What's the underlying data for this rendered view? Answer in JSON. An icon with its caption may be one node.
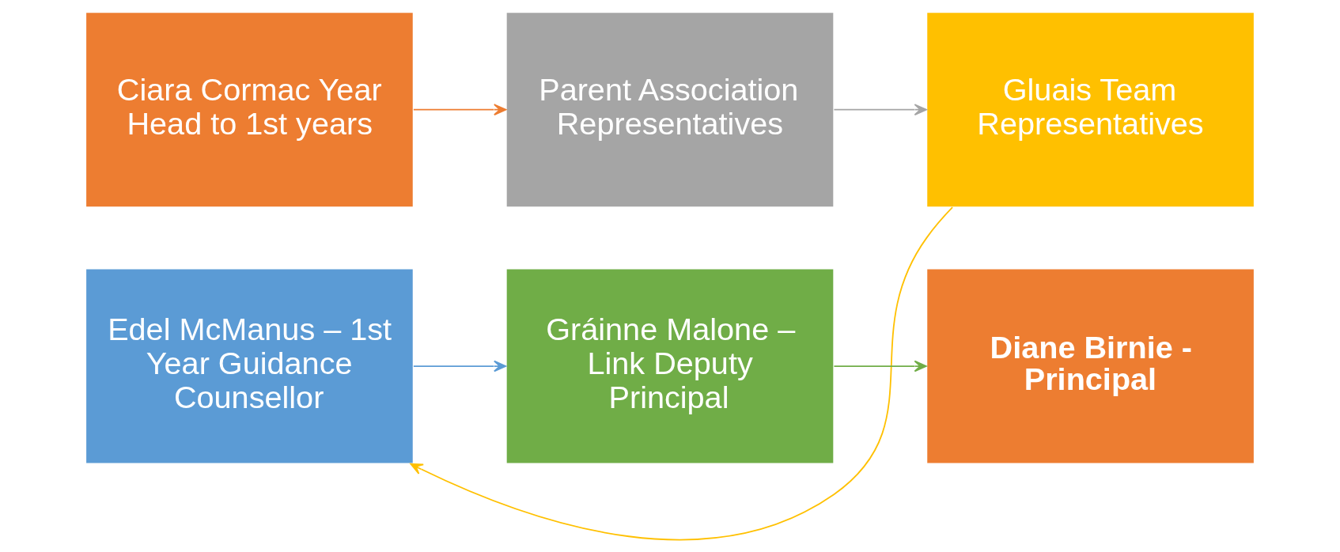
{
  "diagram": {
    "nodes": [
      {
        "text": [
          "Ciara Cormac Year Head to 1st years"
        ]
      },
      {
        "text": [
          "Parent Association Representatives"
        ]
      },
      {
        "text": [
          "Gluais Team Representatives"
        ]
      },
      {
        "text": [
          "Edel McManus – 1st Year Guidance Counsellor"
        ]
      },
      {
        "text": [
          "Gráinne Malone – Link Deputy Principal"
        ]
      },
      {
        "text": [
          "Diane Birnie - Principal"
        ]
      }
    ],
    "edges": [
      {
        "from": 0,
        "to": 1,
        "arrow": "to",
        "color": "#ed7d31"
      },
      {
        "from": 1,
        "to": 2,
        "arrow": "to",
        "color": "#a5a5a5"
      },
      {
        "from": 2,
        "to": 3,
        "arrow": "to",
        "color": "#ffc000"
      },
      {
        "from": 3,
        "to": 4,
        "arrow": "to",
        "color": "#5b9bd5"
      },
      {
        "from": 4,
        "to": 5,
        "arrow": "to",
        "color": "#70ad47"
      }
    ]
  }
}
